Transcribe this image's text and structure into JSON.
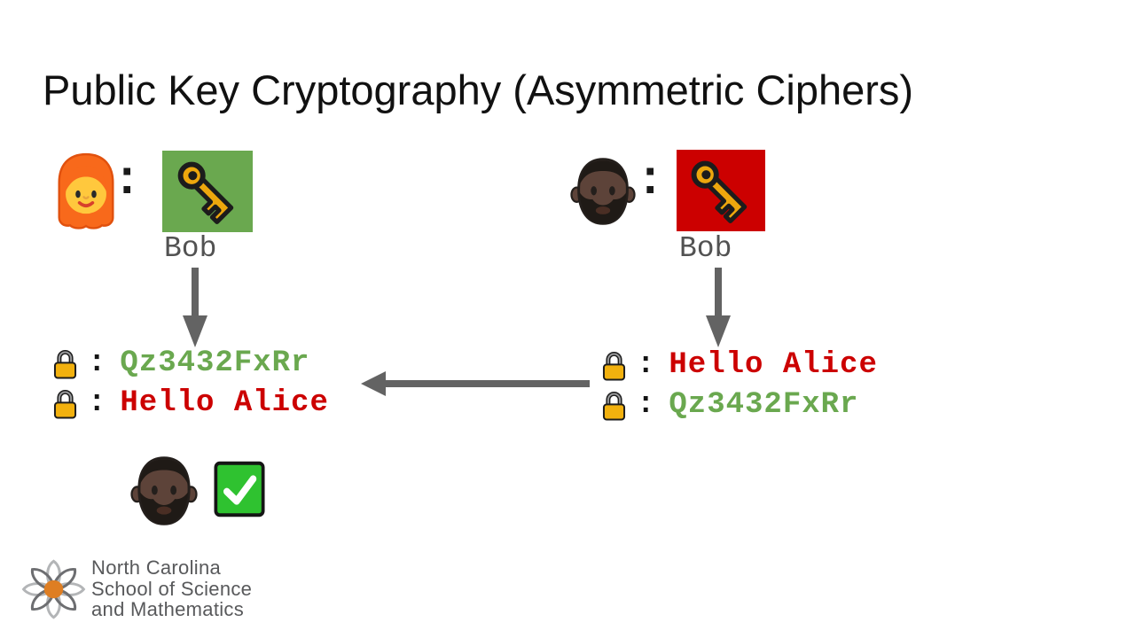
{
  "slide": {
    "title": "Public Key Cryptography (Asymmetric Ciphers)"
  },
  "colors": {
    "green": "#6aa84f",
    "red": "#cc0000",
    "arrow_gray": "#636363",
    "owner_label_gray": "#525252",
    "key_gold": "#eda70d",
    "lock_gold": "#f2b10e",
    "check_green": "#2fc230",
    "logo_text_gray": "#58595b",
    "logo_orange": "#de7e23"
  },
  "alice_side": {
    "avatar_icon": "woman-red-hair-emoji",
    "colon": ":",
    "key_box": {
      "box_color": "#6aa84f",
      "key_icon": "key-emoji",
      "owner_label": "Bob"
    },
    "down_arrow_icon": "down-arrow",
    "messages": [
      {
        "lock_icon": "lock-emoji",
        "colon": ":",
        "text": "Qz3432FxRr",
        "style": "green"
      },
      {
        "lock_icon": "lock-emoji",
        "colon": ":",
        "text": "Hello Alice",
        "style": "red"
      }
    ],
    "verification": {
      "avatar_icon": "man-beard-dark-skin-emoji",
      "check_icon": "check-mark-button-emoji"
    }
  },
  "bob_side": {
    "avatar_icon": "man-beard-dark-skin-emoji",
    "colon": ":",
    "key_box": {
      "box_color": "#cc0000",
      "key_icon": "key-emoji",
      "owner_label": "Bob"
    },
    "down_arrow_icon": "down-arrow",
    "messages": [
      {
        "lock_icon": "lock-emoji",
        "colon": ":",
        "text": "Hello Alice",
        "style": "red"
      },
      {
        "lock_icon": "lock-emoji",
        "colon": ":",
        "text": "Qz3432FxRr",
        "style": "green"
      }
    ]
  },
  "transfer_arrow_icon": "left-arrow",
  "footer_logo": {
    "flower_icon": "ncssm-flower-logo",
    "line1": "North Carolina",
    "line2": "School of Science",
    "line3": "and Mathematics"
  }
}
